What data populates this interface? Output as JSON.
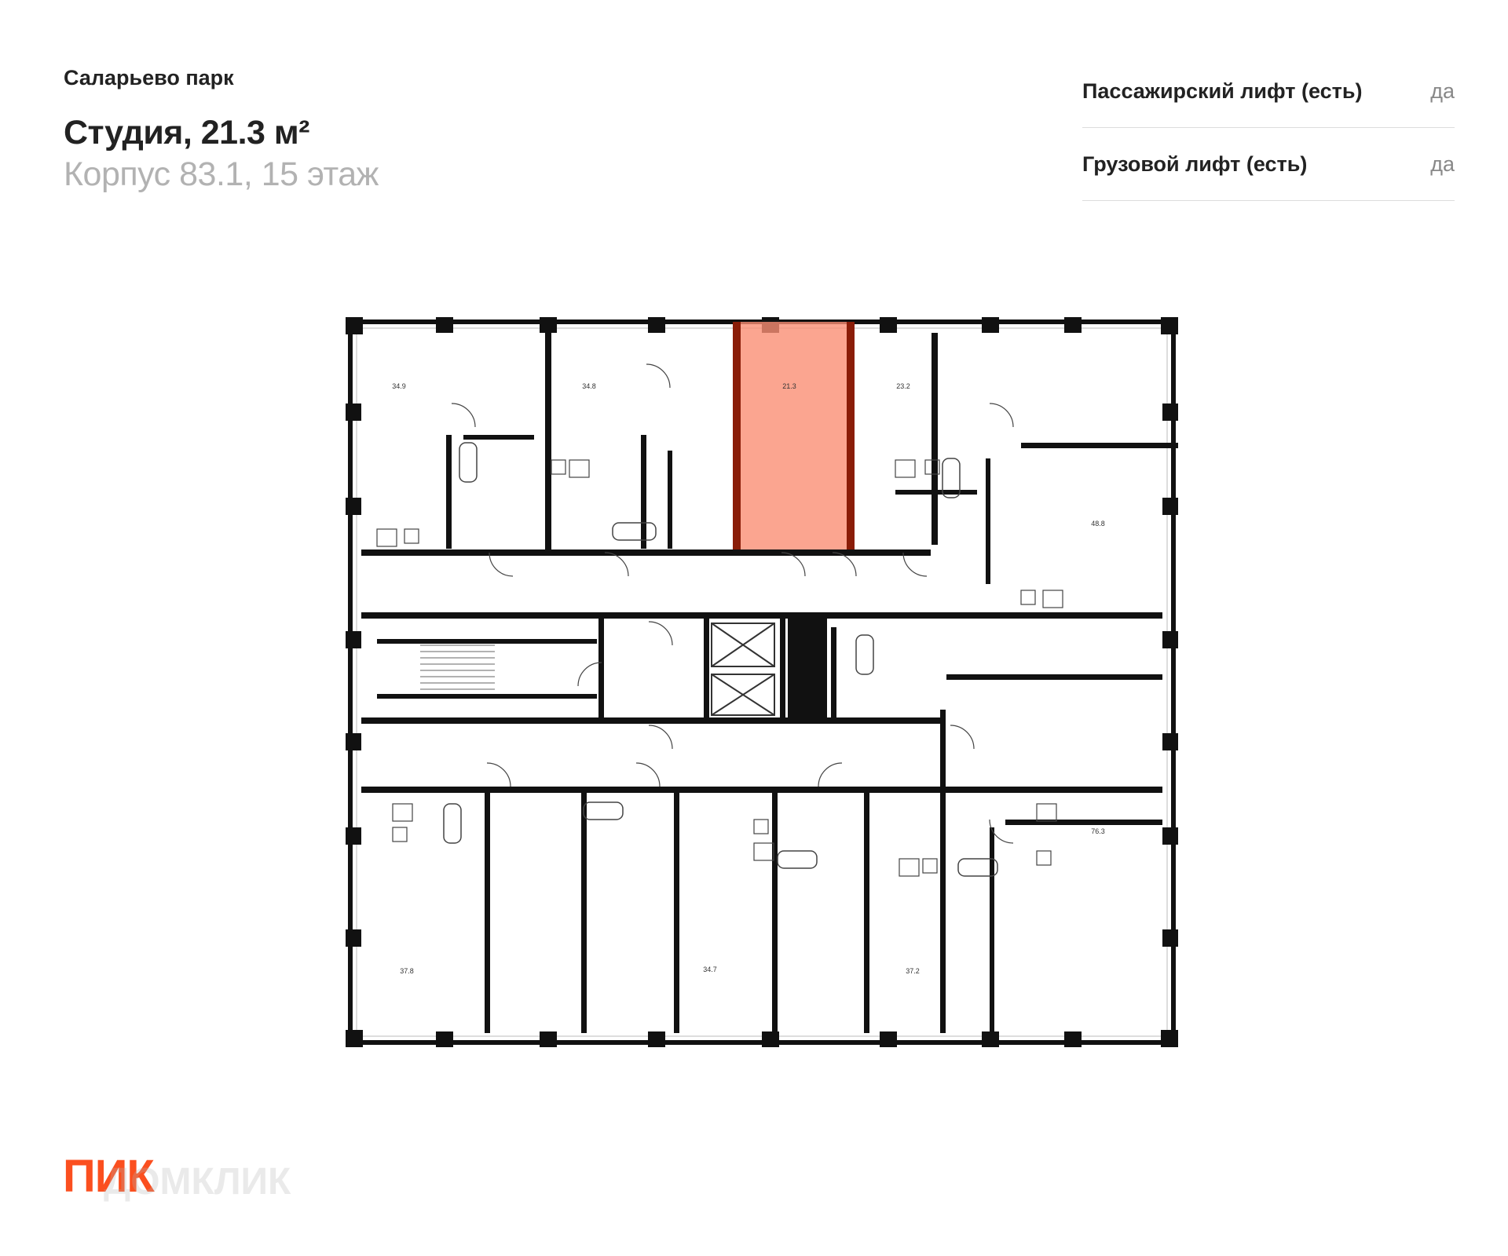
{
  "header": {
    "project_name": "Саларьево парк",
    "title": "Студия, 21.3 м²",
    "subtitle": "Корпус 83.1, 15 этаж"
  },
  "specs": [
    {
      "label": "Пассажирский лифт (есть)",
      "value": "да"
    },
    {
      "label": "Грузовой лифт (есть)",
      "value": "да"
    }
  ],
  "floor_plan": {
    "highlight_color": "#fa8e74",
    "highlighted_unit": "21.3",
    "areas": [
      "34.9",
      "34.8",
      "21.3",
      "23.2",
      "48.8",
      "76.3",
      "37.8",
      "34.7",
      "37.2"
    ]
  },
  "brand": {
    "logo_text": "ПИК",
    "watermark": "ДОМКЛИК",
    "logo_color": "#fb4f1f"
  }
}
